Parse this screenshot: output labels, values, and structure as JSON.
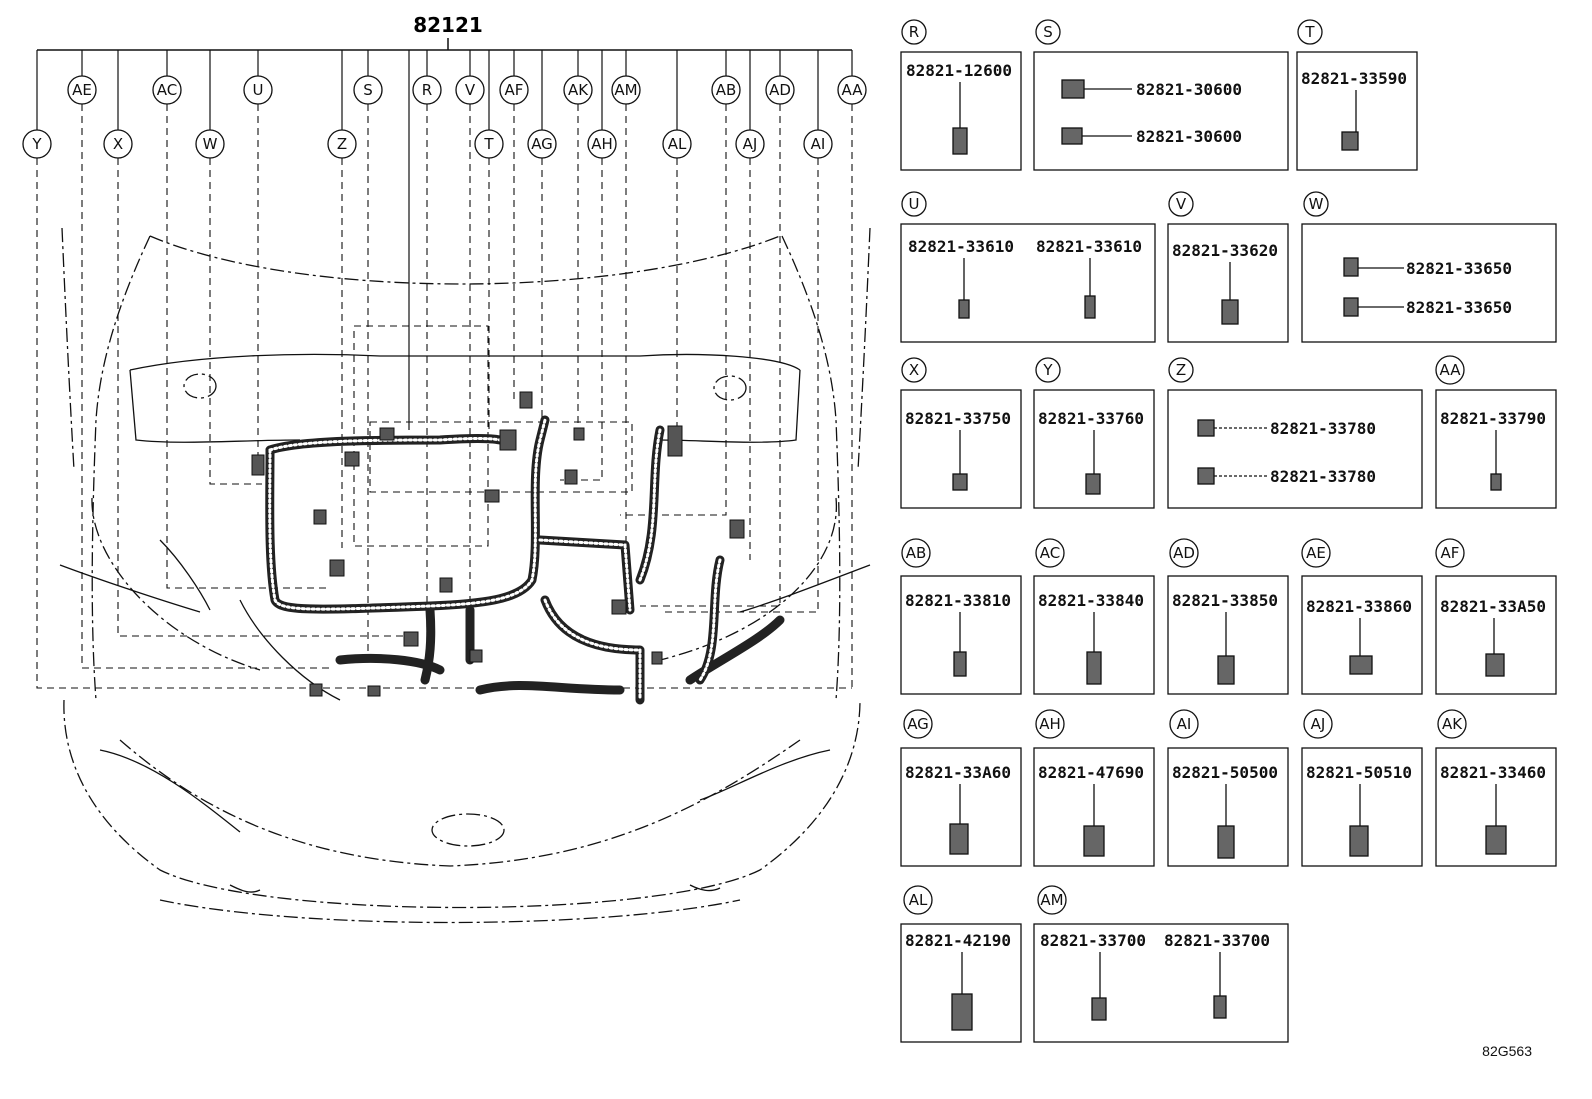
{
  "diagram": {
    "main_part_number": "82121",
    "reference_code": "82G563",
    "callouts_top_row": [
      "AE",
      "AC",
      "U",
      "S",
      "R",
      "V",
      "AF",
      "AK",
      "AM",
      "AB",
      "AD",
      "AA"
    ],
    "callouts_second_row": [
      "Y",
      "X",
      "W",
      "Z",
      "T",
      "AG",
      "AH",
      "AL",
      "AJ",
      "AI"
    ],
    "detail_boxes": [
      {
        "letter": "R",
        "parts": [
          "82821-12600"
        ]
      },
      {
        "letter": "S",
        "parts": [
          "82821-30600",
          "82821-30600"
        ]
      },
      {
        "letter": "T",
        "parts": [
          "82821-33590"
        ]
      },
      {
        "letter": "U",
        "parts": [
          "82821-33610",
          "82821-33610"
        ]
      },
      {
        "letter": "V",
        "parts": [
          "82821-33620"
        ]
      },
      {
        "letter": "W",
        "parts": [
          "82821-33650",
          "82821-33650"
        ]
      },
      {
        "letter": "X",
        "parts": [
          "82821-33750"
        ]
      },
      {
        "letter": "Y",
        "parts": [
          "82821-33760"
        ]
      },
      {
        "letter": "Z",
        "parts": [
          "82821-33780",
          "82821-33780"
        ]
      },
      {
        "letter": "AA",
        "parts": [
          "82821-33790"
        ]
      },
      {
        "letter": "AB",
        "parts": [
          "82821-33810"
        ]
      },
      {
        "letter": "AC",
        "parts": [
          "82821-33840"
        ]
      },
      {
        "letter": "AD",
        "parts": [
          "82821-33850"
        ]
      },
      {
        "letter": "AE",
        "parts": [
          "82821-33860"
        ]
      },
      {
        "letter": "AF",
        "parts": [
          "82821-33A50"
        ]
      },
      {
        "letter": "AG",
        "parts": [
          "82821-33A60"
        ]
      },
      {
        "letter": "AH",
        "parts": [
          "82821-47690"
        ]
      },
      {
        "letter": "AI",
        "parts": [
          "82821-50500"
        ]
      },
      {
        "letter": "AJ",
        "parts": [
          "82821-50510"
        ]
      },
      {
        "letter": "AK",
        "parts": [
          "82821-33460"
        ]
      },
      {
        "letter": "AL",
        "parts": [
          "82821-42190"
        ]
      },
      {
        "letter": "AM",
        "parts": [
          "82821-33700",
          "82821-33700"
        ]
      }
    ]
  }
}
